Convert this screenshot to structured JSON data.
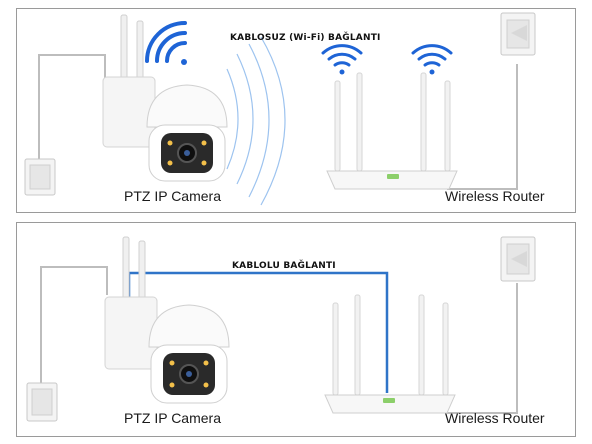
{
  "colors": {
    "wifi_blue": "#1e64d6",
    "cable_blue": "#2f74c8",
    "wire_gray": "#bdbdbd",
    "frame": "#9a9a9a"
  },
  "icons": [
    "wifi-icon",
    "security-camera-icon",
    "router-icon",
    "power-outlet-icon"
  ],
  "top_panel": {
    "title": "KABLOSUZ (Wi-Fi) BAĞLANTI",
    "camera_label": "PTZ IP Camera",
    "router_label": "Wireless Router"
  },
  "bottom_panel": {
    "title": "KABLOLU BAĞLANTI",
    "camera_label": "PTZ IP Camera",
    "router_label": "Wireless Router"
  }
}
